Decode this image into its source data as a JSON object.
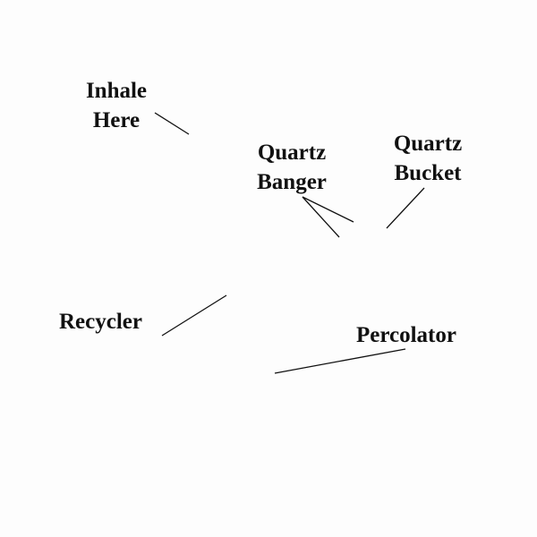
{
  "labels": {
    "inhale_here": [
      "Inhale",
      "Here"
    ],
    "quartz_banger": [
      "Quartz",
      "Banger"
    ],
    "quartz_bucket": [
      "Quartz",
      "Bucket"
    ],
    "recycler": "Recycler",
    "percolator": "Percolator"
  }
}
